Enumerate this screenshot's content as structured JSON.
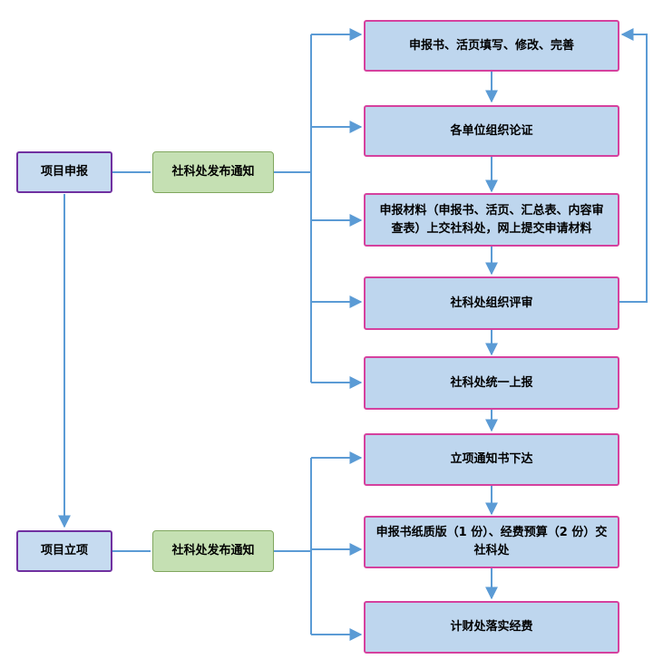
{
  "colors": {
    "arrow": "#5b9bd5",
    "left_fill": "#c6dbf0",
    "left_border": "#7030a0",
    "green_fill": "#c5e0b3",
    "right_fill": "#bed6ee",
    "right_border": "#d5419e"
  },
  "left": {
    "apply": "项目申报",
    "approve": "项目立项"
  },
  "middle": {
    "notice_top": "社科处发布通知",
    "notice_bottom": "社科处发布通知"
  },
  "steps": {
    "s1": "申报书、活页填写、修改、完善",
    "s2": "各单位组织论证",
    "s3": "申报材料（申报书、活页、汇总表、内容审查表）上交社科处，网上提交申请材料",
    "s4": "社科处组织评审",
    "s5": "社科处统一上报",
    "s6": "立项通知书下达",
    "s7": "申报书纸质版（1 份）、经费预算（2 份）交社科处",
    "s8": "计财处落实经费"
  }
}
